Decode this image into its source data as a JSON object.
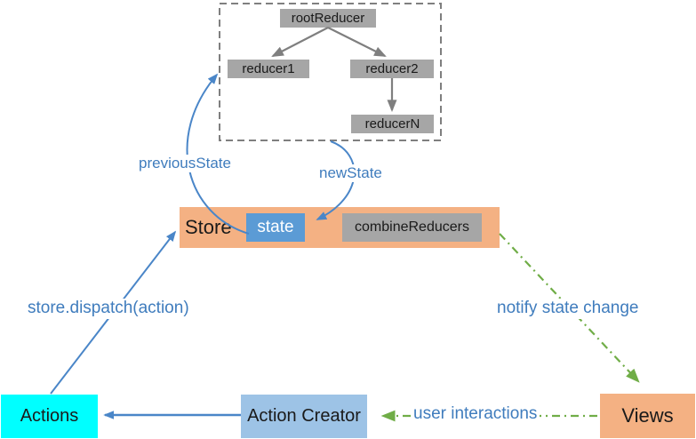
{
  "colors": {
    "orange": "#F4B183",
    "blue-box": "#5B9BD5",
    "gray-box": "#A6A6A6",
    "cyan": "#00FFFF",
    "light-blue": "#9DC3E6",
    "blue-line": "#4A86C8",
    "blue-text": "#3F7CBD",
    "green": "#70AD47",
    "gray-line": "#7F7F7F"
  },
  "reducers": {
    "root": "rootReducer",
    "r1": "reducer1",
    "r2": "reducer2",
    "rn": "reducerN"
  },
  "store": {
    "title": "Store",
    "state": "state",
    "combine": "combineReducers"
  },
  "nodes": {
    "actions": "Actions",
    "action_creator": "Action Creator",
    "views": "Views"
  },
  "edge_labels": {
    "previous_state": "previousState",
    "new_state": "newState",
    "dispatch": "store.dispatch(action)",
    "notify": "notify state change",
    "user_interactions": "user interactions"
  }
}
